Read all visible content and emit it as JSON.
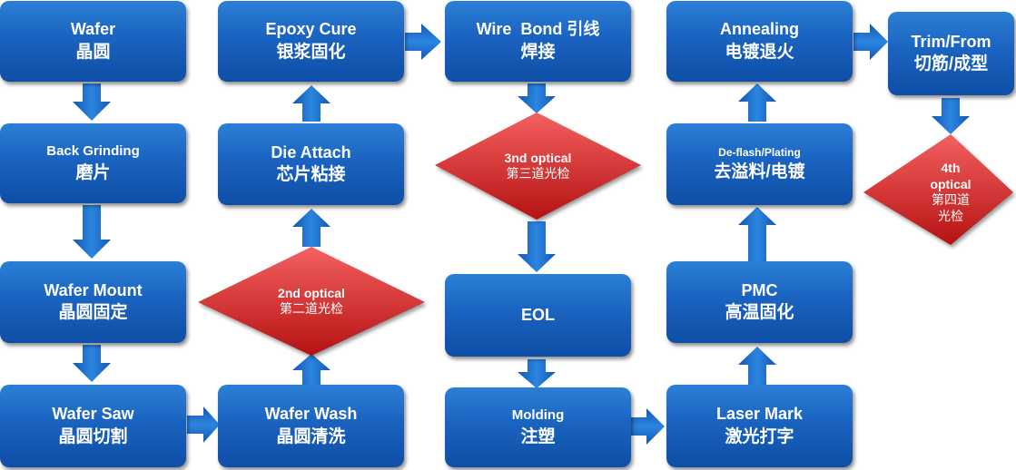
{
  "colors": {
    "box_top": "#2b7fd6",
    "box_bottom": "#0e4ea6",
    "arrow": "#1d6fd0",
    "diamond_top": "#f05a5a",
    "diamond_bottom": "#b81414"
  },
  "steps": {
    "wafer": {
      "en": "Wafer",
      "cn": "晶圆"
    },
    "back_grinding": {
      "en": "Back Grinding",
      "cn": "磨片"
    },
    "wafer_mount": {
      "en": "Wafer Mount",
      "cn": "晶圆固定"
    },
    "wafer_saw": {
      "en": "Wafer Saw",
      "cn": "晶圆切割"
    },
    "wafer_wash": {
      "en": "Wafer Wash",
      "cn": "晶圆清洗"
    },
    "die_attach": {
      "en": "Die Attach",
      "cn": "芯片粘接"
    },
    "epoxy_cure": {
      "en": "Epoxy Cure",
      "cn": "银浆固化"
    },
    "wire_bond": {
      "en": "Wire  Bond 引线",
      "cn": "焊接"
    },
    "eol": {
      "en": "EOL"
    },
    "molding": {
      "en": "Molding",
      "cn": "注塑"
    },
    "laser_mark": {
      "en": "Laser Mark",
      "cn": "激光打字"
    },
    "pmc": {
      "en": "PMC",
      "cn": "高温固化"
    },
    "deflash_plating": {
      "en": "De-flash/Plating",
      "cn": "去溢料/电镀"
    },
    "annealing": {
      "en": "Annealing",
      "cn": "电镀退火"
    },
    "trim_form": {
      "en": "Trim/From",
      "cn": "切筋/成型"
    }
  },
  "inspections": {
    "optical_2nd": {
      "en": "2nd optical",
      "cn": "第二道光检"
    },
    "optical_3rd": {
      "en": "3nd optical",
      "cn": "第三道光检"
    },
    "optical_4th": {
      "en1": "4th",
      "en2": "optical",
      "cn1": "第四道",
      "cn2": "光检"
    }
  }
}
